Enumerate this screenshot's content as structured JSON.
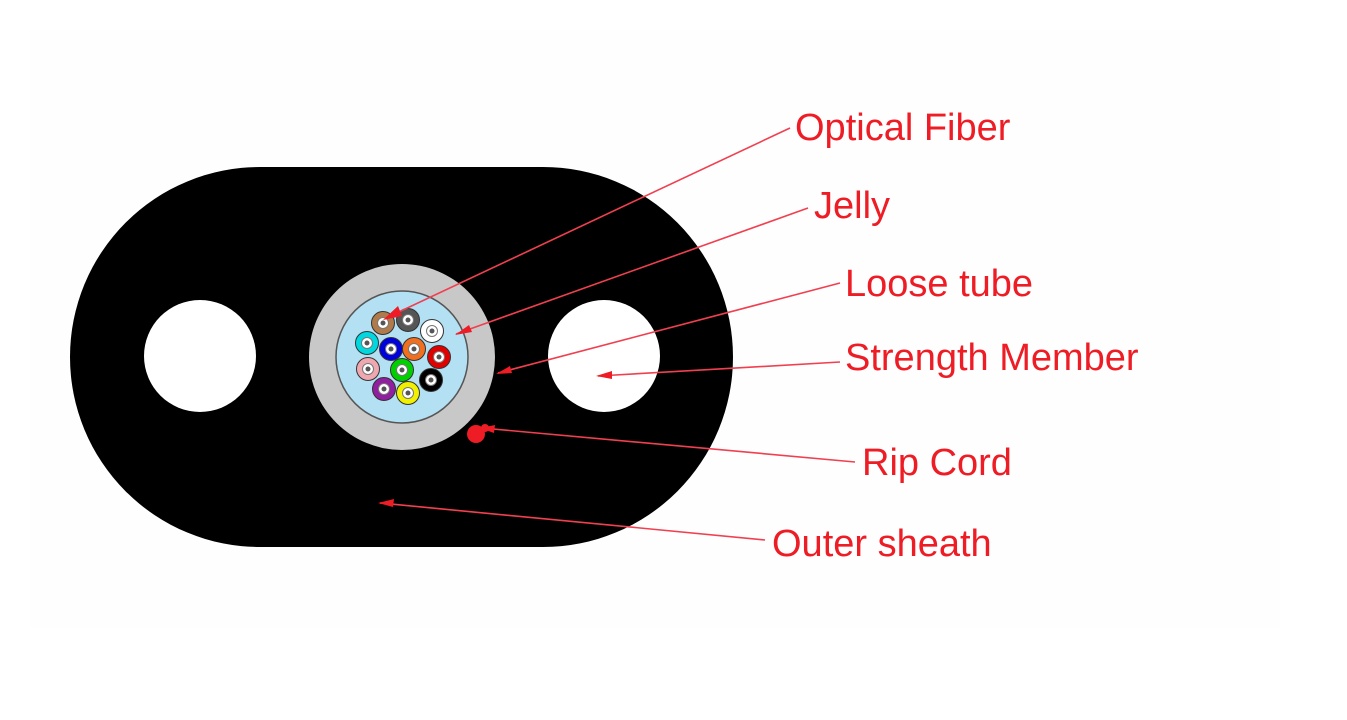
{
  "labels": {
    "optical_fiber": "Optical Fiber",
    "jelly": "Jelly",
    "loose_tube": "Loose tube",
    "strength_member": "Strength Member",
    "rip_cord": "Rip Cord",
    "outer_sheath": "Outer sheath"
  },
  "colors": {
    "label": "#ee1c24",
    "sheath": "#000000",
    "tube": "#c8c8c8",
    "jelly": "#b4e0f4",
    "fibers": [
      "#b07a4a",
      "#555555",
      "#ffffff",
      "#00d8e0",
      "#0000dd",
      "#f07020",
      "#e00000",
      "#f0a8b0",
      "#00d000",
      "#000000",
      "#9020a0",
      "#f0f000"
    ]
  }
}
